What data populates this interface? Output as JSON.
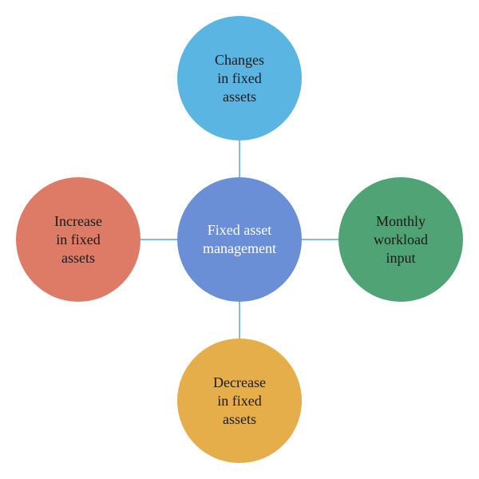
{
  "diagram": {
    "center": {
      "label": "Fixed asset\nmanagement",
      "color": "#6b8fd6"
    },
    "top": {
      "label": "Changes\nin fixed\nassets",
      "color": "#5bb5e2"
    },
    "right": {
      "label": "Monthly\nworkload\ninput",
      "color": "#4fa374"
    },
    "bottom": {
      "label": "Decrease\nin fixed\nassets",
      "color": "#e6ae4a"
    },
    "left": {
      "label": "Increase\nin fixed\nassets",
      "color": "#dd7b66"
    }
  }
}
